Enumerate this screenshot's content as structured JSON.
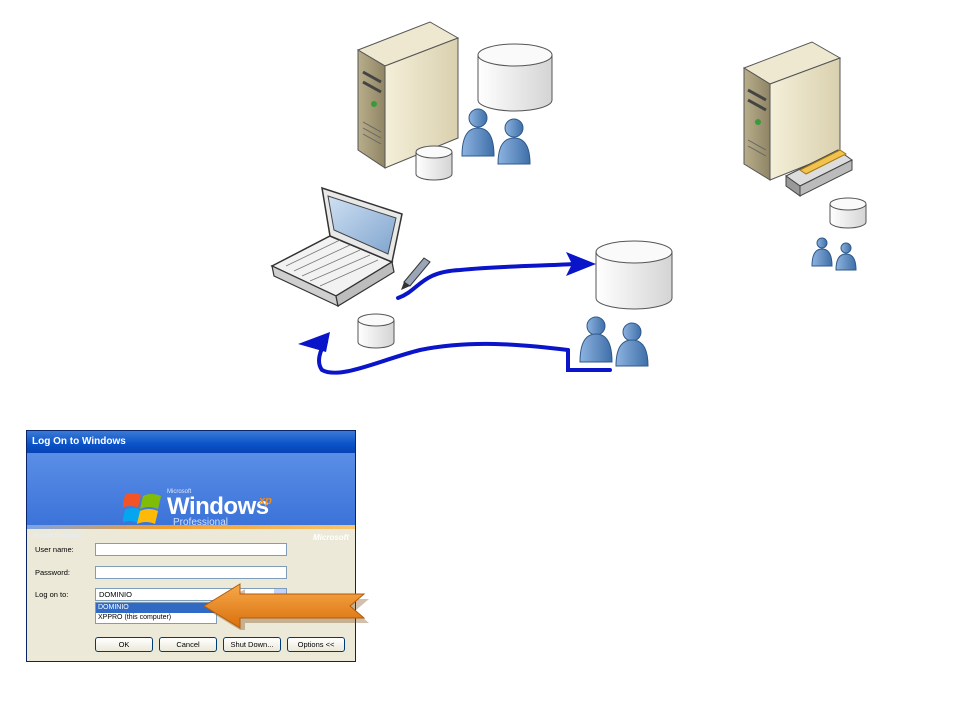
{
  "dialog": {
    "title": "Log On to Windows",
    "brand_microsoft": "Microsoft",
    "brand_windows": "Windows",
    "brand_xp": "xp",
    "brand_edition": "Professional",
    "copyright_line1": "Copyright © 1985-2001",
    "copyright_line2": "Microsoft Corporation",
    "microsoft_logo": "Microsoft",
    "username_label": "User name:",
    "username_value": "",
    "password_label": "Password:",
    "password_value": "",
    "logon_label": "Log on to:",
    "logon_value": "DOMINIO",
    "logon_options": [
      "DOMINIO",
      "XPPRO (this computer)"
    ],
    "buttons": {
      "ok": "OK",
      "cancel": "Cancel",
      "shutdown": "Shut Down...",
      "options": "Options <<"
    }
  },
  "colors": {
    "arrow_blue": "#0a14c8",
    "pointer_orange": "#f08a1e",
    "user_blue": "#5b8cc6",
    "server_beige": "#e8e1c7"
  },
  "icons": [
    "server-icon",
    "database-icon",
    "users-icon",
    "laptop-icon",
    "pen-icon",
    "printer-icon",
    "arrow-icon",
    "windows-flag-icon"
  ]
}
